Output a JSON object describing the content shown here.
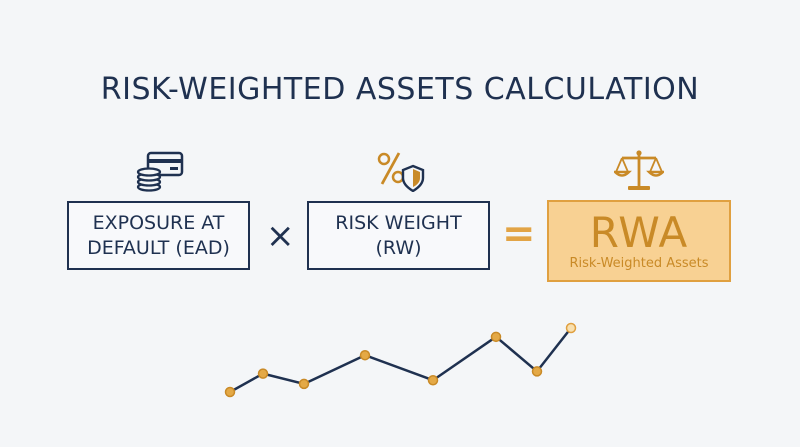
{
  "title": "RISK-WEIGHTED ASSETS CALCULATION",
  "ead": {
    "line1": "EXPOSURE AT",
    "line2": "DEFAULT (EAD)",
    "icon": "card-coins-icon"
  },
  "rw": {
    "line1": "RISK WEIGHT",
    "line2": "(RW)",
    "icon": "percent-shield-icon"
  },
  "rwa": {
    "label": "RWA",
    "sublabel": "Risk-Weighted Assets",
    "icon": "scales-icon"
  },
  "operators": {
    "times": "×",
    "equals": "="
  },
  "colors": {
    "navy": "#1f3150",
    "gold": "#e0a040",
    "gold_fill": "#f8d193",
    "background": "#f4f6f8"
  },
  "trend": {
    "icon": "trend-line",
    "values": [
      1.0,
      3.5,
      2.1,
      6.0,
      2.6,
      8.5,
      3.8,
      9.7
    ]
  }
}
